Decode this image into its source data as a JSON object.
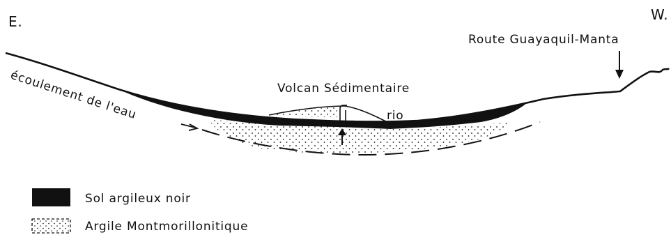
{
  "labels": {
    "east": "E.",
    "west": "W.",
    "road": "Route Guayaquil-Manta",
    "flow": "écoulement de l'eau",
    "volcano": "Volcan Sédimentaire",
    "river": "rio"
  },
  "legend": {
    "items": [
      {
        "label": "Sol argileux noir",
        "pattern": "solid-black"
      },
      {
        "label": "Argile Montmorillonitique",
        "pattern": "dotted"
      }
    ]
  },
  "colors": {
    "ink": "#111111",
    "background": "#ffffff"
  }
}
